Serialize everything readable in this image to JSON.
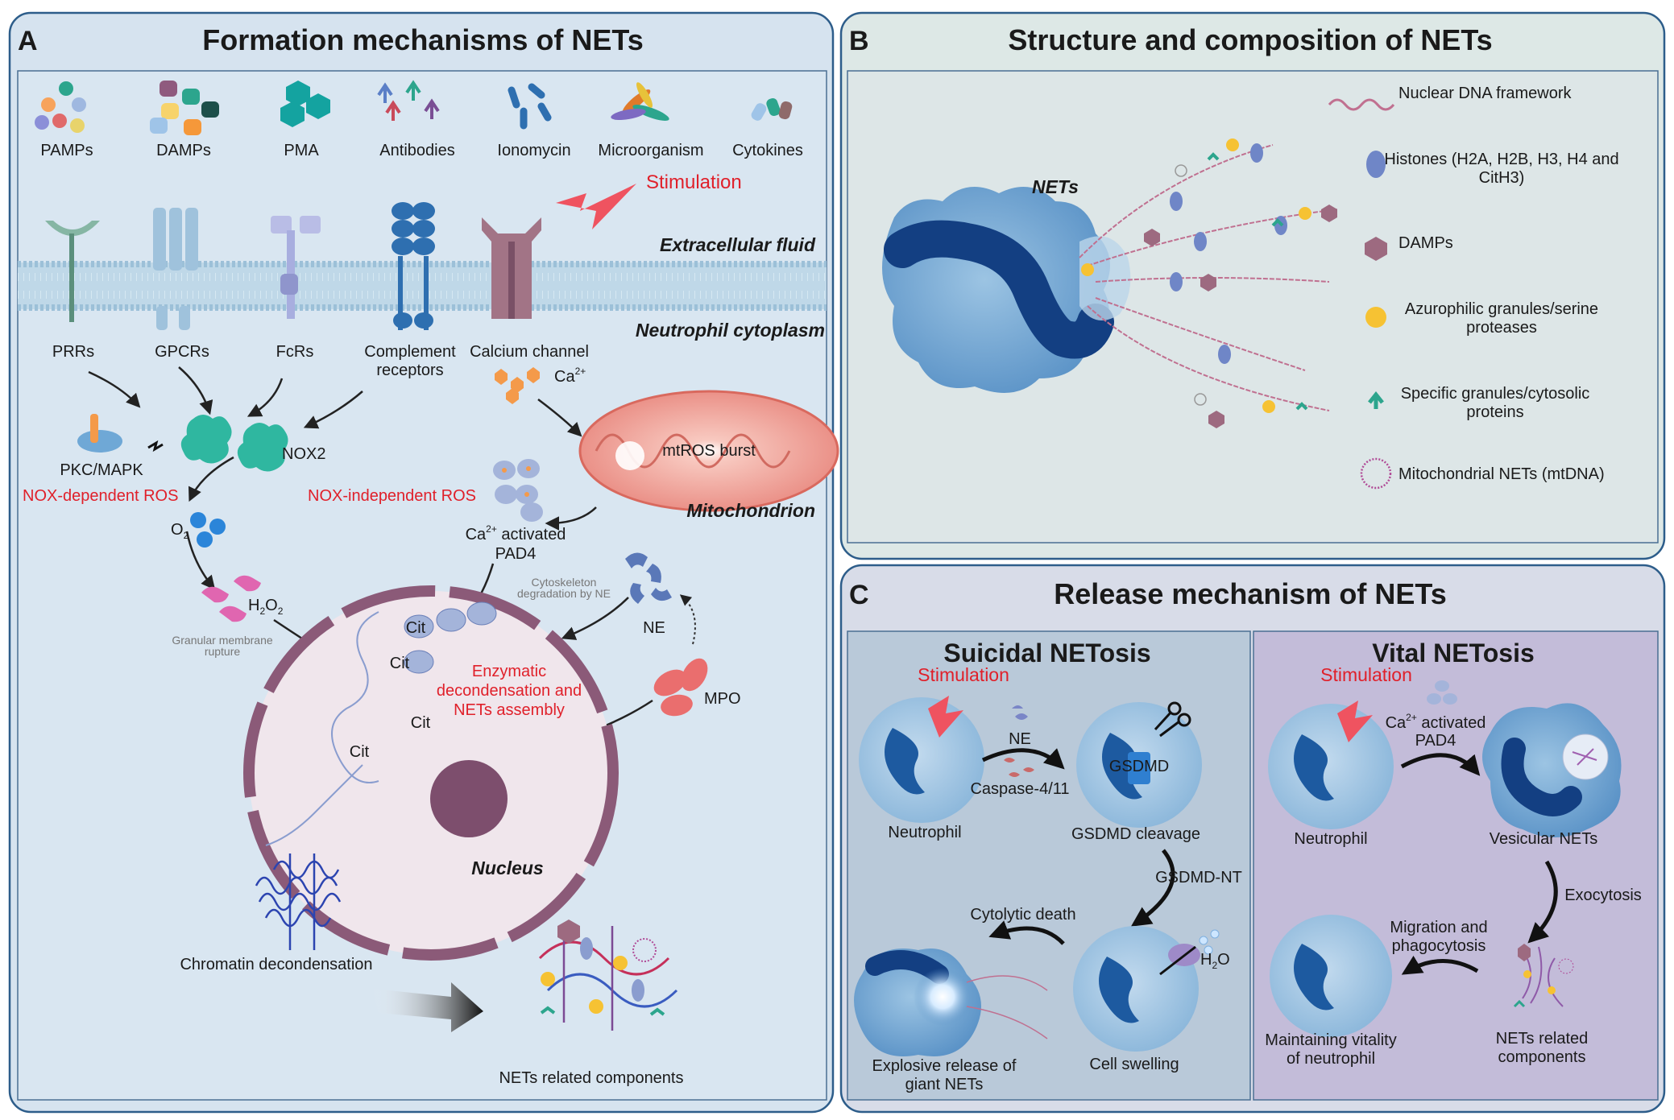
{
  "panelA": {
    "letter": "A",
    "title": "Formation mechanisms of NETs",
    "stimuli": [
      "PAMPs",
      "DAMPs",
      "PMA",
      "Antibodies",
      "Ionomycin",
      "Microorganism",
      "Cytokines"
    ],
    "stimulation": "Stimulation",
    "extracellular": "Extracellular fluid",
    "cytoplasm": "Neutrophil cytoplasm",
    "receptors": {
      "prrs": "PRRs",
      "gpcrs": "GPCRs",
      "fcrs": "FcRs",
      "complement1": "Complement",
      "complement2": "receptors",
      "calcium": "Calcium channel"
    },
    "ca": "Ca",
    "ca_sup": "2+",
    "pkc": "PKC/MAPK",
    "nox2": "NOX2",
    "nox_dep": "NOX-dependent ROS",
    "nox_indep": "NOX-independent ROS",
    "o2": "O",
    "o2_sub": "2",
    "h2o2_a": "H",
    "h2o2_b": "2",
    "h2o2_c": "O",
    "h2o2_d": "2",
    "mtros": "mtROS burst",
    "mito": "Mitochondrion",
    "pad4_a": "Ca",
    "pad4_sup": "2+",
    "pad4_b": " activated",
    "pad4_c": "PAD4",
    "granular1": "Granular membrane",
    "granular2": "rupture",
    "cytoskel1": "Cytoskeleton",
    "cytoskel2": "degradation by NE",
    "ne": "NE",
    "mpo": "MPO",
    "cit": "Cit",
    "enzym1": "Enzymatic",
    "enzym2": "decondensation and",
    "enzym3": "NETs assembly",
    "nucleus": "Nucleus",
    "chromatin": "Chromatin decondensation",
    "related": "NETs related components"
  },
  "panelB": {
    "letter": "B",
    "title": "Structure and composition of NETs",
    "nets": "NETs",
    "legend": {
      "dna": "Nuclear DNA framework",
      "histones1": "Histones (H2A, H2B, H3, H4 and",
      "histones2": "CitH3)",
      "damps": "DAMPs",
      "azuro1": "Azurophilic granules/serine",
      "azuro2": "proteases",
      "specific1": "Specific granules/cytosolic",
      "specific2": "proteins",
      "mito": "Mitochondrial NETs (mtDNA)"
    }
  },
  "panelC": {
    "letter": "C",
    "title": "Release mechanism of NETs",
    "suicidal": {
      "title": "Suicidal NETosis",
      "stimulation": "Stimulation",
      "ne": "NE",
      "caspase": "Caspase-4/11",
      "gsdmd": "GSDMD",
      "neutrophil": "Neutrophil",
      "cleavage": "GSDMD cleavage",
      "gsdmd_nt": "GSDMD-NT",
      "cytolytic": "Cytolytic death",
      "h2o_a": "H",
      "h2o_b": "2",
      "h2o_c": "O",
      "explosive1": "Explosive release of",
      "explosive2": "giant NETs",
      "swelling": "Cell swelling"
    },
    "vital": {
      "title": "Vital NETosis",
      "stimulation": "Stimulation",
      "pad4_a": "Ca",
      "pad4_sup": "2+",
      "pad4_b": " activated",
      "pad4_c": "PAD4",
      "neutrophil": "Neutrophil",
      "vesicular": "Vesicular NETs",
      "exocytosis": "Exocytosis",
      "migration1": "Migration and",
      "migration2": "phagocytosis",
      "maintain1": "Maintaining vitality",
      "maintain2": "of neutrophil",
      "related1": "NETs related",
      "related2": "components"
    }
  },
  "colors": {
    "panelA_bg": "#d6e3ef",
    "panelB_bg": "#dde8e6",
    "panelC_bg": "#d8dce8",
    "suicidal_bg": "#b9c9d9",
    "vital_bg": "#c3bcd9",
    "accent_red": "#e0202a",
    "membrane": "#b9d5e6",
    "nucleus_ring": "#8b5a78",
    "cell_blue": "#5b93c7"
  }
}
